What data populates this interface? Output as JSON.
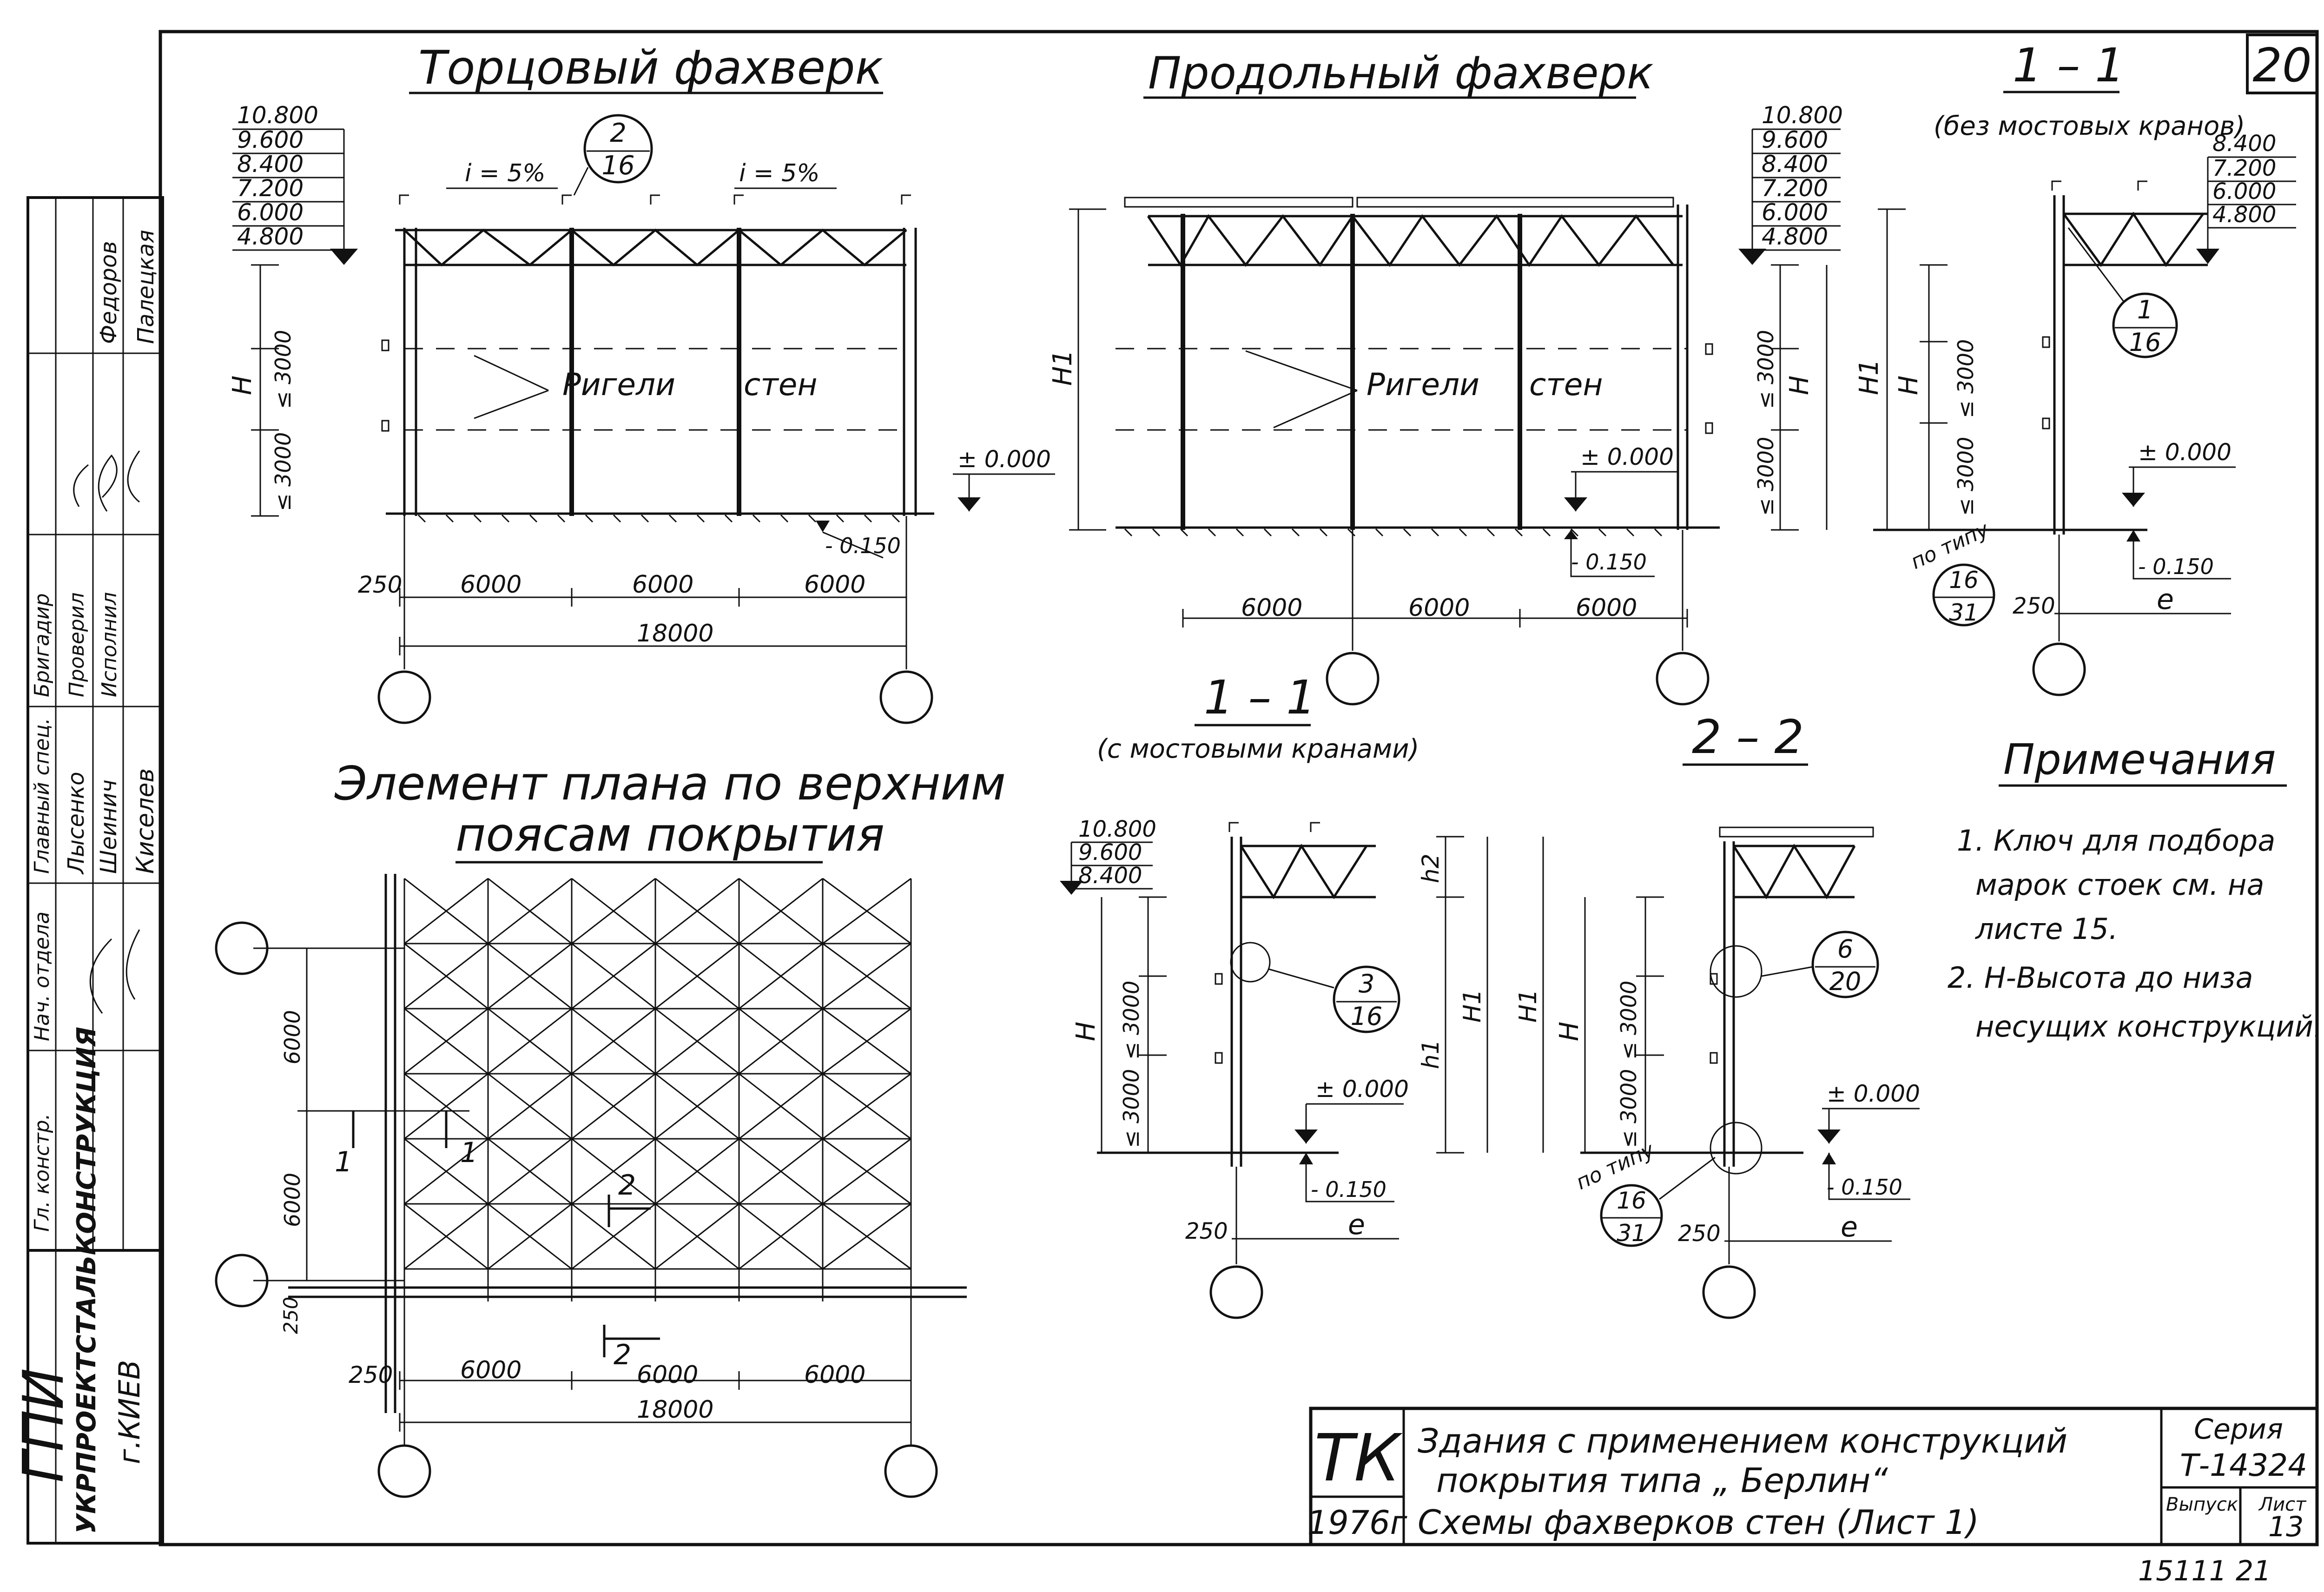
{
  "sheet": {
    "number": "20",
    "footer_code": "15111 21"
  },
  "stamp": {
    "roles": [
      "Гл. констр.",
      "Нач. отдела",
      "Главный спец.",
      "Бригадир",
      "Проверил",
      "Исполнил"
    ],
    "names": [
      "Лысенко",
      "Шеинич",
      "Киселев",
      "Федоров",
      "Палецкая"
    ],
    "org_line1": "ГПИ",
    "org_line2": "УКРПРОЕКТСТАЛЬКОНСТРУКЦИЯ",
    "org_line3": "г.КИЕВ"
  },
  "titles": {
    "end_frame": "Торцовый фахверк",
    "long_frame": "Продольный фахверк",
    "sec11_top": "1 – 1",
    "sec11_top_sub": "(без мостовых кранов)",
    "sec11_mid": "1 – 1",
    "sec11_mid_sub": "(с мостовыми кранами)",
    "sec22": "2 – 2",
    "plan_line1": "Элемент плана по верхним",
    "plan_line2": "поясам покрытия",
    "notes": "Примечания"
  },
  "levels": {
    "set6": [
      "10.800",
      "9.600",
      "8.400",
      "7.200",
      "6.000",
      "4.800"
    ],
    "set4": [
      "8.400",
      "7.200",
      "6.000",
      "4.800"
    ],
    "set3": [
      "10.800",
      "9.600",
      "8.400"
    ],
    "zero": "± 0.000",
    "minus": "- 0.150"
  },
  "labels": {
    "slope": "i = 5%",
    "rigels": "Ригели",
    "walls": "стен",
    "h": "H",
    "h1": "H1",
    "h2": "h2",
    "h1s": "h1",
    "le3000": "≤ 3000",
    "e": "e",
    "d250": "250",
    "d6000": "6000",
    "d18000": "18000",
    "po_tipu": "по типу",
    "dim_plan": "6000"
  },
  "callouts": {
    "c2_16": {
      "top": "2",
      "bot": "16"
    },
    "c1_16": {
      "top": "1",
      "bot": "16"
    },
    "c3_16": {
      "top": "3",
      "bot": "16"
    },
    "c6_20": {
      "top": "6",
      "bot": "20"
    },
    "c16_31": {
      "top": "16",
      "bot": "31"
    }
  },
  "section_marks": {
    "one": "1",
    "two": "2"
  },
  "notes": [
    "1. Ключ для подбора",
    "марок стоек см. на",
    "листе 15.",
    "2. Н-Высота до низа",
    "несущих конструкций."
  ],
  "titleblock": {
    "tk": "ТК",
    "year": "1976г",
    "line1": "Здания с применением конструкций",
    "line2": "покрытия   типа   „ Берлин“",
    "line3": "Схемы  фахверков  стен   (Лист 1)",
    "series_label": "Серия",
    "series_value": "Т-14324",
    "issue_label": "Выпуск",
    "sheet_label": "Лист",
    "sheet_value": "13"
  }
}
